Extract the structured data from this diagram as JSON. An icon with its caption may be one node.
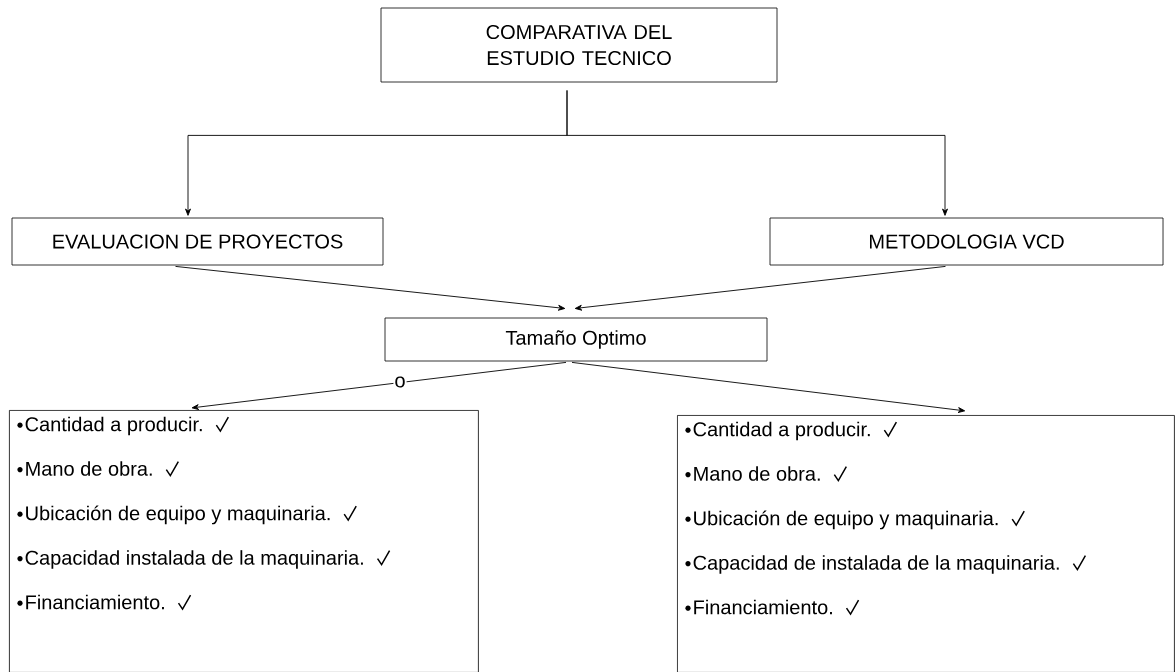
{
  "diagram": {
    "nodes": [
      {
        "text": [
          "COMPARATIVA DEL ESTUDIO TECNICO"
        ]
      },
      {
        "text": [
          "EVALUACION DE PROYECTOS"
        ]
      },
      {
        "text": [
          "METODOLOGIA VCD"
        ]
      },
      {
        "text": [
          "Tamaño Optimo"
        ]
      },
      {
        "text": [
          "Cantidad a producir.",
          "Mano de obra.",
          "Ubicación de equipo y maquinaria.",
          "Capacidad instalada de la maquinaria.",
          "Financiamiento."
        ]
      },
      {
        "text": [
          "Cantidad a producir.",
          "Mano de obra.",
          "Ubicación de equipo y maquinaria.",
          "Capacidad de instalada de la maquinaria.",
          "Financiamiento."
        ]
      }
    ],
    "edges": [
      {
        "from": 0,
        "to": 1,
        "arrow": "to"
      },
      {
        "from": 0,
        "to": 2,
        "arrow": "to"
      },
      {
        "from": 1,
        "to": 3,
        "arrow": "to"
      },
      {
        "from": 2,
        "to": 3,
        "arrow": "to"
      },
      {
        "from": 3,
        "to": 4,
        "arrow": "to",
        "label": "o"
      },
      {
        "from": 3,
        "to": 5,
        "arrow": "to"
      }
    ]
  }
}
